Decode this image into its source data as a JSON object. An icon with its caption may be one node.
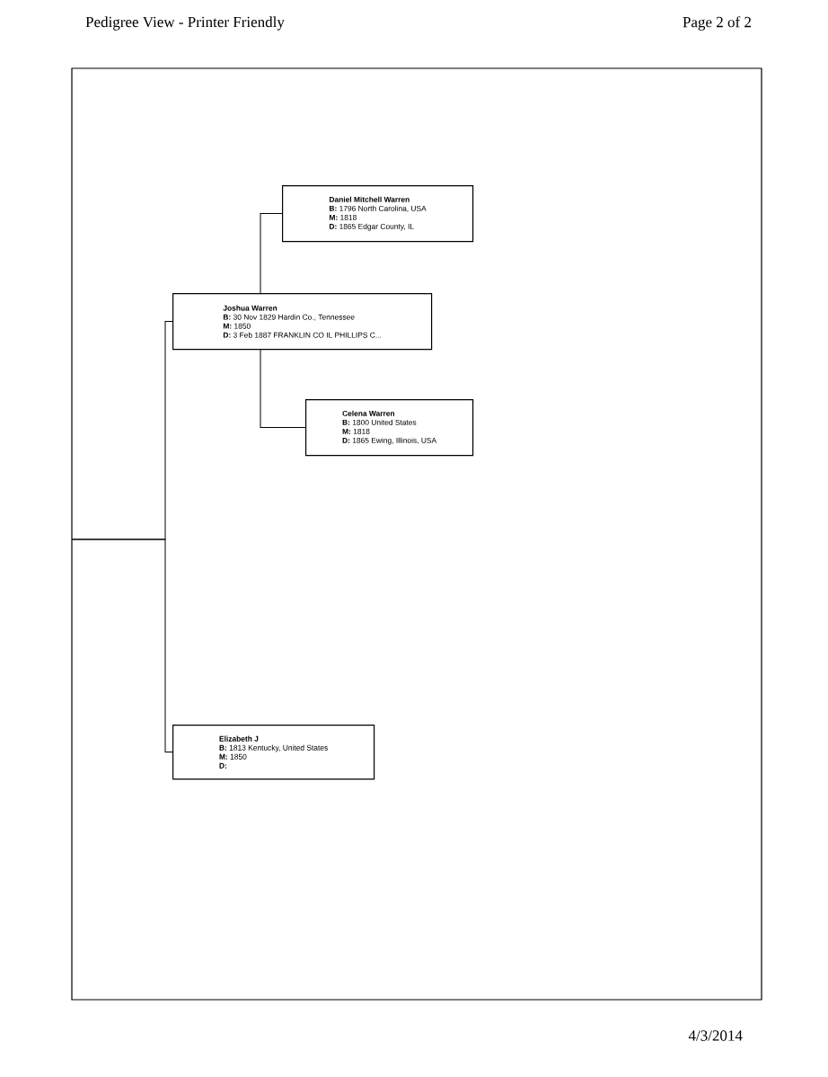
{
  "diagram": {
    "title": "Pedigree View - Printer Friendly",
    "nodes": [
      {
        "text": [
          "Daniel Mitchell Warren",
          "**B:** 1796 North Carolina, USA",
          "**M:** 1818",
          "**D:** 1865 Edgar County, IL"
        ]
      },
      {
        "text": [
          "Joshua Warren",
          "**B:** 30 Nov 1829 Hardin Co., Tennessee",
          "**M:** 1850",
          "**D:** 3 Feb 1887 FRANKLIN CO IL PHILLIPS C..."
        ]
      },
      {
        "text": [
          "Celena Warren",
          "**B:** 1800 United States",
          "**M:** 1818",
          "**D:** 1865 Ewing, Illinois, USA"
        ]
      },
      {
        "text": [
          "Elizabeth J",
          "**B:** 1813 Kentucky, United States",
          "**M:** 1850",
          "**D:**"
        ]
      }
    ],
    "edges": [
      {
        "from": 1,
        "to": 0,
        "arrow": "none"
      },
      {
        "from": 1,
        "to": 2,
        "arrow": "none"
      },
      {
        "from": null,
        "to": 1,
        "arrow": "none"
      },
      {
        "from": null,
        "to": 3,
        "arrow": "none"
      }
    ],
    "labels": [
      "Page 2 of 2",
      "4/3/2014"
    ]
  }
}
